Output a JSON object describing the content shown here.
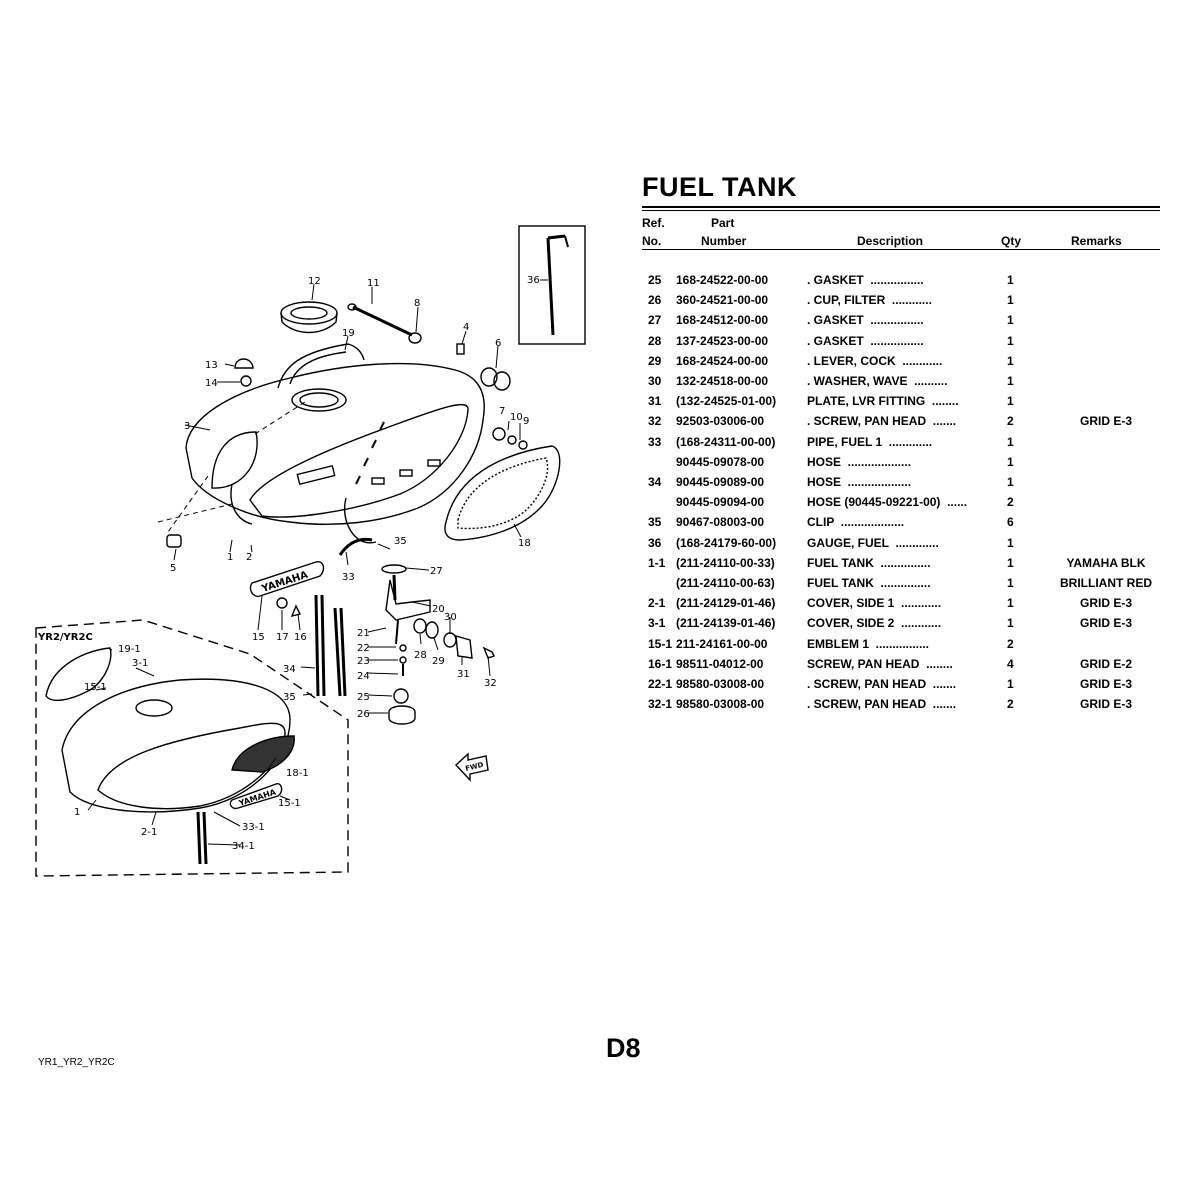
{
  "page": {
    "title": "FUEL TANK",
    "page_number": "D8",
    "model_code": "YR1_YR2_YR2C"
  },
  "table": {
    "headers": {
      "ref_line1": "Ref.",
      "ref_line2": "No.",
      "part_line1": "Part",
      "part_line2": "Number",
      "description": "Description",
      "qty": "Qty",
      "remarks": "Remarks"
    },
    "rows": [
      {
        "ref": "25",
        "part": "168-24522-00-00",
        "desc": ". GASKET  ................",
        "qty": "1",
        "rem": ""
      },
      {
        "ref": "26",
        "part": "360-24521-00-00",
        "desc": ". CUP, FILTER  ............",
        "qty": "1",
        "rem": ""
      },
      {
        "ref": "27",
        "part": "168-24512-00-00",
        "desc": ". GASKET  ................",
        "qty": "1",
        "rem": ""
      },
      {
        "ref": "28",
        "part": "137-24523-00-00",
        "desc": ". GASKET  ................",
        "qty": "1",
        "rem": ""
      },
      {
        "ref": "29",
        "part": "168-24524-00-00",
        "desc": ". LEVER, COCK  ............",
        "qty": "1",
        "rem": ""
      },
      {
        "ref": "30",
        "part": "132-24518-00-00",
        "desc": ". WASHER, WAVE  ..........",
        "qty": "1",
        "rem": ""
      },
      {
        "ref": "31",
        "part": "(132-24525-01-00)",
        "desc": "PLATE, LVR FITTING  ........",
        "qty": "1",
        "rem": ""
      },
      {
        "ref": "32",
        "part": "92503-03006-00",
        "desc": ". SCREW, PAN HEAD  .......",
        "qty": "2",
        "rem": "GRID E-3"
      },
      {
        "ref": "33",
        "part": "(168-24311-00-00)",
        "desc": "PIPE, FUEL 1  .............",
        "qty": "1",
        "rem": ""
      },
      {
        "ref": "",
        "part": "90445-09078-00",
        "desc": "HOSE  ...................",
        "qty": "1",
        "rem": ""
      },
      {
        "ref": "34",
        "part": "90445-09089-00",
        "desc": "HOSE  ...................",
        "qty": "1",
        "rem": ""
      },
      {
        "ref": "",
        "part": "90445-09094-00",
        "desc": "HOSE (90445-09221-00)  ......",
        "qty": "2",
        "rem": ""
      },
      {
        "ref": "35",
        "part": "90467-08003-00",
        "desc": "CLIP  ...................",
        "qty": "6",
        "rem": ""
      },
      {
        "ref": "36",
        "part": "(168-24179-60-00)",
        "desc": "GAUGE, FUEL  .............",
        "qty": "1",
        "rem": ""
      },
      {
        "ref": "1-1",
        "part": "(211-24110-00-33)",
        "desc": "FUEL TANK  ...............",
        "qty": "1",
        "rem": "YAMAHA BLK"
      },
      {
        "ref": "",
        "part": "(211-24110-00-63)",
        "desc": "FUEL TANK  ...............",
        "qty": "1",
        "rem": "BRILLIANT RED"
      },
      {
        "ref": "2-1",
        "part": "(211-24129-01-46)",
        "desc": "COVER, SIDE 1  ............",
        "qty": "1",
        "rem": "GRID E-3"
      },
      {
        "ref": "3-1",
        "part": "(211-24139-01-46)",
        "desc": "COVER, SIDE 2  ............",
        "qty": "1",
        "rem": "GRID E-3"
      },
      {
        "ref": "15-1",
        "part": "211-24161-00-00",
        "desc": "EMBLEM 1  ................",
        "qty": "2",
        "rem": ""
      },
      {
        "ref": "16-1",
        "part": "98511-04012-00",
        "desc": "SCREW, PAN HEAD  ........",
        "qty": "4",
        "rem": "GRID E-2"
      },
      {
        "ref": "22-1",
        "part": "98580-03008-00",
        "desc": ". SCREW, PAN HEAD  .......",
        "qty": "1",
        "rem": "GRID E-3"
      },
      {
        "ref": "32-1",
        "part": "98580-03008-00",
        "desc": ". SCREW, PAN HEAD  .......",
        "qty": "2",
        "rem": "GRID E-3"
      }
    ]
  },
  "diagram": {
    "inset_label": "YR2/YR2C",
    "emblem_text": "YAMAHA",
    "fwd_text": "FWD",
    "callouts": {
      "c1": "1",
      "c2": "2",
      "c3": "3",
      "c4": "4",
      "c5": "5",
      "c6": "6",
      "c7": "7",
      "c8": "8",
      "c9": "9",
      "c10": "10",
      "c11": "11",
      "c12": "12",
      "c13": "13",
      "c14": "14",
      "c15": "15",
      "c16": "16",
      "c17": "17",
      "c18": "18",
      "c19": "19",
      "c20": "20",
      "c21": "21",
      "c22": "22",
      "c23": "23",
      "c24": "24",
      "c25": "25",
      "c26": "26",
      "c27": "27",
      "c29": "29",
      "c28": "28",
      "c30": "30",
      "c31": "31",
      "c32": "32",
      "c33": "33",
      "c34": "34",
      "c35a": "35",
      "c35b": "35",
      "c36": "36",
      "i19": "19-1",
      "i3": "3-1",
      "i15a": "15-1",
      "i18": "18-1",
      "i15b": "15-1",
      "i1": "1",
      "i2": "2-1",
      "i33": "33-1",
      "i34": "34-1"
    }
  }
}
